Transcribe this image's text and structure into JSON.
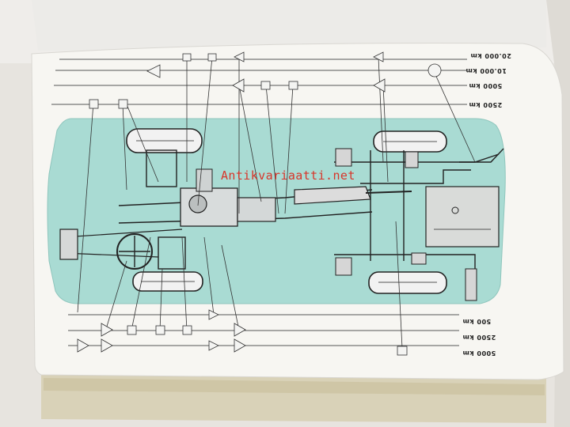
{
  "watermark": "Antikvariaatti.net",
  "top_scale": {
    "labels": [
      "20.000 km",
      "10.000 km",
      "5000 km",
      "2500 km"
    ]
  },
  "bottom_scale": {
    "labels": [
      "500 km",
      "2500 km",
      "5000 km"
    ]
  },
  "colors": {
    "chassis_panel": "#a9dbd3",
    "paper": "#f7f6f2",
    "background": "#e9e6e1",
    "watermark": "#d8352a"
  }
}
